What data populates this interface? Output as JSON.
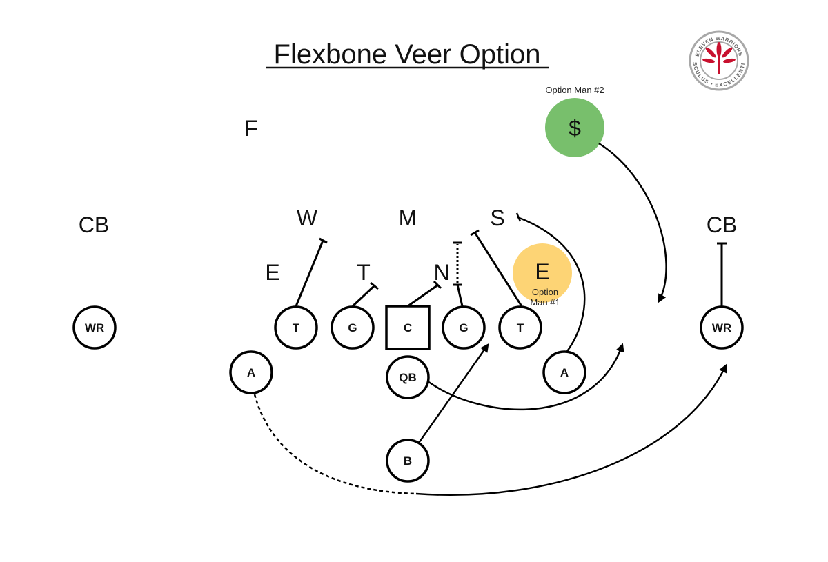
{
  "title": "Flexbone Veer Option",
  "logo": {
    "top_text": "ELEVEN WARRIORS",
    "bottom_text": "AESCULUS • EXCELLENTIAM",
    "colors": {
      "ring": "#a8a8a8",
      "leaf": "#c8102e"
    }
  },
  "defense": {
    "cb_left": "CB",
    "cb_right": "CB",
    "free_safety": "F",
    "will": "W",
    "mike": "M",
    "sam": "S",
    "end_left": "E",
    "tackle": "T",
    "nose": "N",
    "option_man_1": "E",
    "option_man_2": "$"
  },
  "offense": {
    "wr_left": "WR",
    "tackle_left": "T",
    "guard_left": "G",
    "center": "C",
    "guard_right": "G",
    "tackle_right": "T",
    "wr_right": "WR",
    "a_back_left": "A",
    "qb": "QB",
    "a_back_right": "A",
    "b_back": "B"
  },
  "annotations": {
    "option_man_2_label": "Option Man #2",
    "option_man_1_label_line1": "Option",
    "option_man_1_label_line2": "Man #1"
  },
  "colors": {
    "option_man_1": "#fdd475",
    "option_man_2": "#78bf6c"
  }
}
